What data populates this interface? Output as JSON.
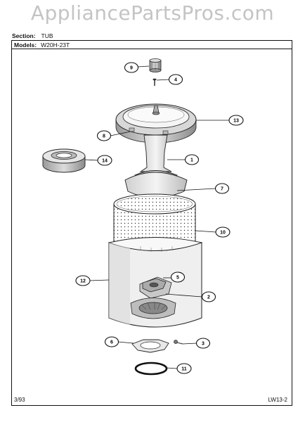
{
  "watermark": "AppliancePartsPros.com",
  "header": {
    "section_label": "Section:",
    "section_value": "TUB",
    "models_label": "Models:",
    "models_value": "W20H-23T"
  },
  "footer": {
    "date": "3/93",
    "page_code": "LW13-2"
  },
  "callouts": [
    {
      "id": "9",
      "name": "callout-9"
    },
    {
      "id": "4",
      "name": "callout-4"
    },
    {
      "id": "13",
      "name": "callout-13"
    },
    {
      "id": "8",
      "name": "callout-8"
    },
    {
      "id": "1",
      "name": "callout-1"
    },
    {
      "id": "14",
      "name": "callout-14"
    },
    {
      "id": "7",
      "name": "callout-7"
    },
    {
      "id": "10",
      "name": "callout-10"
    },
    {
      "id": "12",
      "name": "callout-12"
    },
    {
      "id": "5",
      "name": "callout-5"
    },
    {
      "id": "2",
      "name": "callout-2"
    },
    {
      "id": "6",
      "name": "callout-6"
    },
    {
      "id": "3",
      "name": "callout-3"
    },
    {
      "id": "11",
      "name": "callout-11"
    }
  ]
}
